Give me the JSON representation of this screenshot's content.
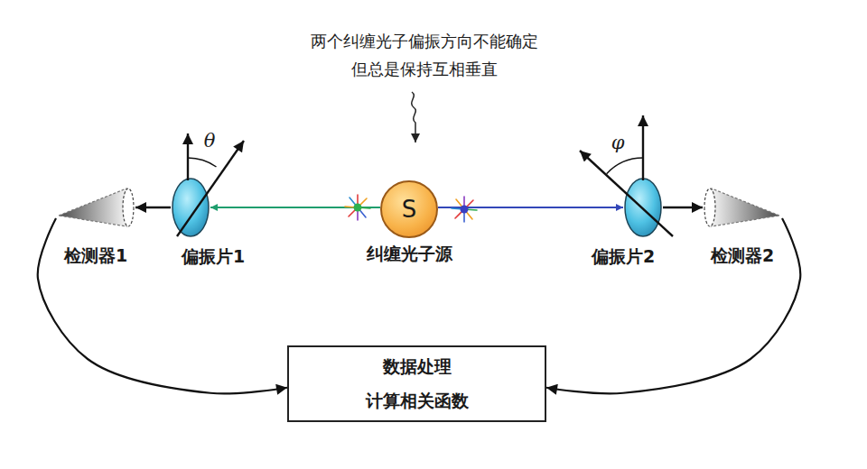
{
  "diagram": {
    "nodes": [
      {
        "text": [
          "检测器1"
        ]
      },
      {
        "text": [
          "偏振片1"
        ]
      },
      {
        "text": [
          "S",
          "纠缠光子源"
        ]
      },
      {
        "text": [
          "偏振片2"
        ]
      },
      {
        "text": [
          "检测器2"
        ]
      },
      {
        "text": [
          "数据处理",
          "计算相关函数"
        ]
      }
    ],
    "edges": [
      {
        "from": 2,
        "to": 1,
        "arrow": "to"
      },
      {
        "from": 2,
        "to": 3,
        "arrow": "to"
      },
      {
        "from": 1,
        "to": 0,
        "arrow": "to"
      },
      {
        "from": 3,
        "to": 4,
        "arrow": "to"
      },
      {
        "from": 0,
        "to": 5,
        "arrow": "to"
      },
      {
        "from": 4,
        "to": 5,
        "arrow": "to"
      }
    ],
    "labels": [
      "两个纠缠光子偏振方向不能确定 但总是保持互相垂直",
      "θ",
      "φ"
    ]
  }
}
